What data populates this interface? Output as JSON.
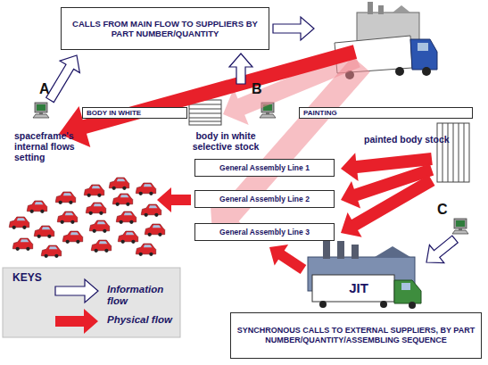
{
  "diagram": {
    "nodes": [
      {
        "text": [
          "CALLS FROM MAIN FLOW TO SUPPLIERS BY PART NUMBER/QUANTITY"
        ]
      },
      {
        "text": [
          "BODY IN WHITE"
        ]
      },
      {
        "text": [
          "PAINTING"
        ]
      },
      {
        "text": [
          "General Assembly Line 1"
        ]
      },
      {
        "text": [
          "General Assembly Line 2"
        ]
      },
      {
        "text": [
          "General Assembly Line 3"
        ]
      },
      {
        "text": [
          "SYNCHRONOUS CALLS TO EXTERNAL SUPPLIERS, BY PART NUMBER/QUANTITY/ASSEMBLING SEQUENCE"
        ]
      }
    ],
    "labels": [
      "A",
      "B",
      "C",
      "spaceframe's internal flows setting",
      "body in white selective stock",
      "painted body stock",
      "KEYS",
      "JIT"
    ],
    "legend": [
      {
        "text": "Information flow"
      },
      {
        "text": "Physical flow"
      }
    ]
  }
}
